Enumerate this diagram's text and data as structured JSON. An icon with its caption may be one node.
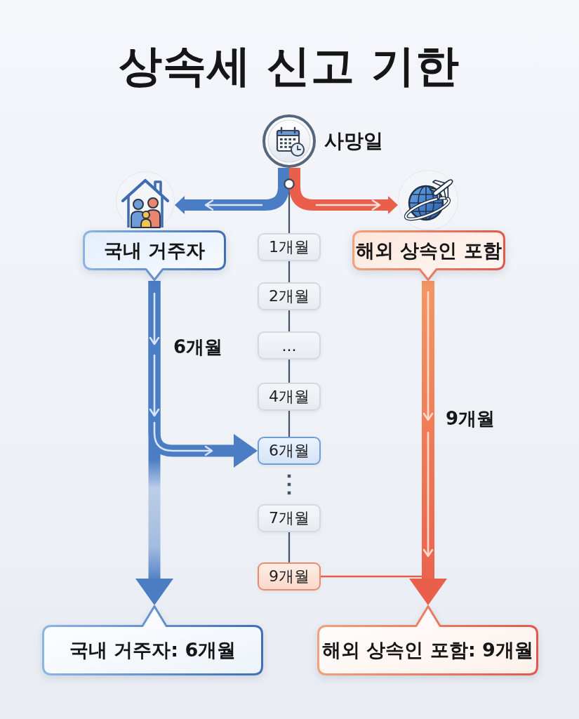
{
  "diagram": {
    "title": "상속세 신고 기한",
    "nodes": [
      {
        "text": [
          "사망일"
        ]
      },
      {
        "text": [],
        "shape": "circle"
      },
      {
        "text": [],
        "shape": "picture"
      },
      {
        "text": [],
        "shape": "picture"
      },
      {
        "text": [
          "국내 거주자"
        ]
      },
      {
        "text": [
          "1개월"
        ]
      },
      {
        "text": [
          "해외 상속인 포함"
        ]
      },
      {
        "text": [
          "2개월"
        ]
      },
      {
        "text": [
          "..."
        ]
      },
      {
        "text": [
          "4개월"
        ]
      },
      {
        "text": [
          "6개월"
        ]
      },
      {
        "text": [
          "7개월"
        ]
      },
      {
        "text": [
          "9개월"
        ]
      },
      {
        "text": [
          "국내 거주자: 6개월"
        ]
      },
      {
        "text": [
          "해외 상속인 포함: 9개월"
        ]
      }
    ],
    "edges": [
      {
        "from": 0,
        "to": 2,
        "arrow": "to",
        "style": "thick",
        "color": "#4a7dc4"
      },
      {
        "from": 0,
        "to": 3,
        "arrow": "to",
        "style": "thick",
        "color": "#ea5f4b"
      },
      {
        "from": 1,
        "to": 5,
        "arrow": "none"
      },
      {
        "from": 5,
        "to": 7,
        "arrow": "none"
      },
      {
        "from": 7,
        "to": 8,
        "arrow": "none"
      },
      {
        "from": 8,
        "to": 9,
        "arrow": "none"
      },
      {
        "from": 9,
        "to": 10,
        "arrow": "none"
      },
      {
        "from": 10,
        "to": 11,
        "arrow": "none",
        "style": "dashed"
      },
      {
        "from": 11,
        "to": 12,
        "arrow": "none"
      },
      {
        "from": 4,
        "to": 10,
        "arrow": "to",
        "label": "6개월",
        "style": "thick",
        "color": "#4a7dc4"
      },
      {
        "from": 4,
        "to": 13,
        "arrow": "to",
        "style": "thick",
        "color": "#4a7dc4"
      },
      {
        "from": 6,
        "to": 14,
        "arrow": "to",
        "label": "9개월",
        "style": "thick",
        "color": "#ea5f4b"
      },
      {
        "from": 12,
        "to": null,
        "arrow": "none",
        "color": "#ea5f4b"
      }
    ]
  }
}
